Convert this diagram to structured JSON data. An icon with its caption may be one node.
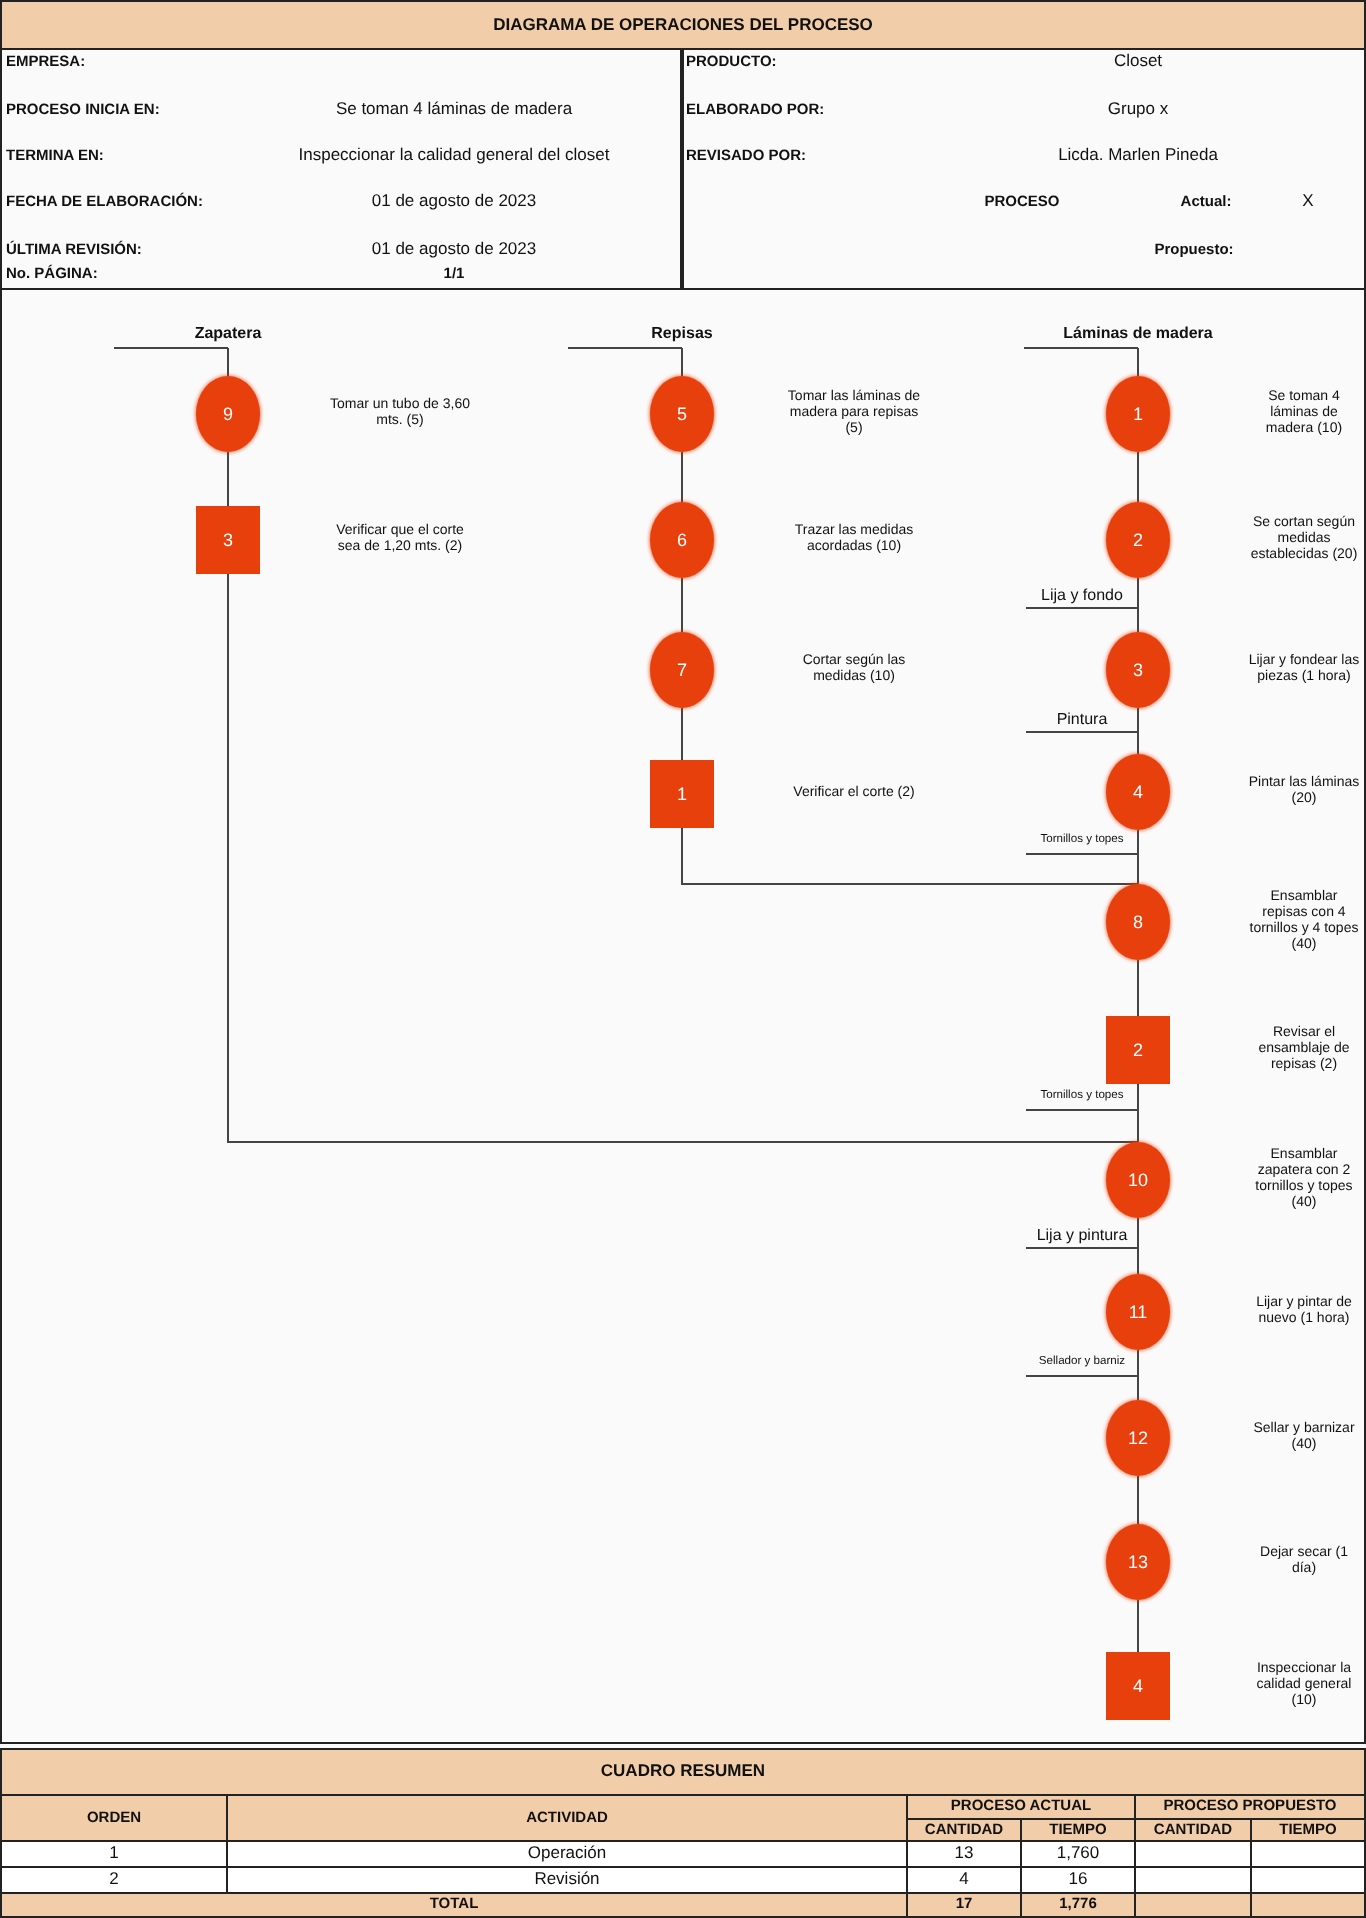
{
  "diagram": {
    "title": "DIAGRAMA DE OPERACIONES DEL PROCESO",
    "nodes": [
      {
        "text": [
          "Zapatera"
        ]
      },
      {
        "text": [
          "Repisas"
        ]
      },
      {
        "text": [
          "Láminas de madera"
        ]
      },
      {
        "text": [
          "9"
        ]
      },
      {
        "text": [
          "3"
        ]
      },
      {
        "text": [
          "5"
        ]
      },
      {
        "text": [
          "6"
        ]
      },
      {
        "text": [
          "7"
        ]
      },
      {
        "text": [
          "1"
        ]
      },
      {
        "text": [
          "1"
        ]
      },
      {
        "text": [
          "2"
        ]
      },
      {
        "text": [
          "Lija y fondo"
        ]
      },
      {
        "text": [
          "3"
        ]
      },
      {
        "text": [
          "Pintura"
        ]
      },
      {
        "text": [
          "4"
        ]
      },
      {
        "text": [
          "Tornillos y topes"
        ]
      },
      {
        "text": [
          "8"
        ]
      },
      {
        "text": [
          "2"
        ]
      },
      {
        "text": [
          "Tornillos y topes"
        ]
      },
      {
        "text": [
          "10"
        ]
      },
      {
        "text": [
          "Lija y pintura"
        ]
      },
      {
        "text": [
          "11"
        ]
      },
      {
        "text": [
          "Sellador y barniz"
        ]
      },
      {
        "text": [
          "12"
        ]
      },
      {
        "text": [
          "13"
        ]
      },
      {
        "text": [
          "4"
        ]
      }
    ],
    "edges": [
      {
        "from": 0,
        "to": 3,
        "arrow": "none"
      },
      {
        "from": 3,
        "to": 4,
        "arrow": "none"
      },
      {
        "from": 4,
        "to": 19,
        "arrow": "none"
      },
      {
        "from": 1,
        "to": 5,
        "arrow": "none"
      },
      {
        "from": 5,
        "to": 6,
        "arrow": "none"
      },
      {
        "from": 6,
        "to": 7,
        "arrow": "none"
      },
      {
        "from": 7,
        "to": 8,
        "arrow": "none"
      },
      {
        "from": 8,
        "to": 16,
        "arrow": "none"
      },
      {
        "from": 2,
        "to": 9,
        "arrow": "none"
      },
      {
        "from": 9,
        "to": 10,
        "arrow": "none"
      },
      {
        "from": 10,
        "to": 12,
        "arrow": "none"
      },
      {
        "from": 11,
        "to": 12,
        "arrow": "none"
      },
      {
        "from": 12,
        "to": 14,
        "arrow": "none"
      },
      {
        "from": 13,
        "to": 14,
        "arrow": "none"
      },
      {
        "from": 14,
        "to": 16,
        "arrow": "none"
      },
      {
        "from": 15,
        "to": 16,
        "arrow": "none"
      },
      {
        "from": 16,
        "to": 17,
        "arrow": "none"
      },
      {
        "from": 17,
        "to": 19,
        "arrow": "none"
      },
      {
        "from": 18,
        "to": 19,
        "arrow": "none"
      },
      {
        "from": 19,
        "to": 21,
        "arrow": "none"
      },
      {
        "from": 20,
        "to": 21,
        "arrow": "none"
      },
      {
        "from": 21,
        "to": 23,
        "arrow": "none"
      },
      {
        "from": 22,
        "to": 23,
        "arrow": "none"
      },
      {
        "from": 23,
        "to": 24,
        "arrow": "none"
      },
      {
        "from": 24,
        "to": 25,
        "arrow": "none"
      }
    ],
    "labels": [
      "EMPRESA:",
      "PRODUCTO:",
      "Closet",
      "PROCESO INICIA EN:",
      "Se toman 4 láminas de madera",
      "ELABORADO POR:",
      "Grupo x",
      "TERMINA EN:",
      "Inspeccionar la calidad general del closet",
      "REVISADO POR:",
      "Licda. Marlen Pineda",
      "FECHA DE ELABORACIÓN:",
      "01 de agosto de 2023",
      "PROCESO",
      "Actual:",
      "X",
      "ÚLTIMA REVISIÓN:",
      "01 de agosto de 2023",
      "Propuesto:",
      "No. PÁGINA:",
      "1/1",
      "Tomar un tubo de 3,60 mts. (5)",
      "Tomar las láminas de madera para repisas (5)",
      "Se toman 4 láminas de madera (10)",
      "Verificar que el corte sea de 1,20 mts. (2)",
      "Trazar las medidas acordadas (10)",
      "Se cortan según medidas establecidas (20)",
      "Cortar según las medidas (10)",
      "Lijar y fondear las piezas (1 hora)",
      "Verificar el corte (2)",
      "Pintar las láminas (20)",
      "Ensamblar repisas con 4 tornillos y 4 topes (40)",
      "Revisar el ensamblaje de repisas (2)",
      "Ensamblar zapatera con 2 tornillos y topes (40)",
      "Lijar y pintar de nuevo (1 hora)",
      "Sellar y barnizar (40)",
      "Dejar secar (1 día)",
      "Inspeccionar la calidad general (10)",
      "CUADRO RESUMEN",
      "ORDEN",
      "ACTIVIDAD",
      "PROCESO ACTUAL",
      "PROCESO PROPUESTO",
      "CANTIDAD",
      "TIEMPO",
      "CANTIDAD",
      "TIEMPO",
      "1",
      "Operación",
      "13",
      "1,760",
      "2",
      "Revisión",
      "4",
      "16",
      "TOTAL",
      "17",
      "1,776"
    ]
  }
}
